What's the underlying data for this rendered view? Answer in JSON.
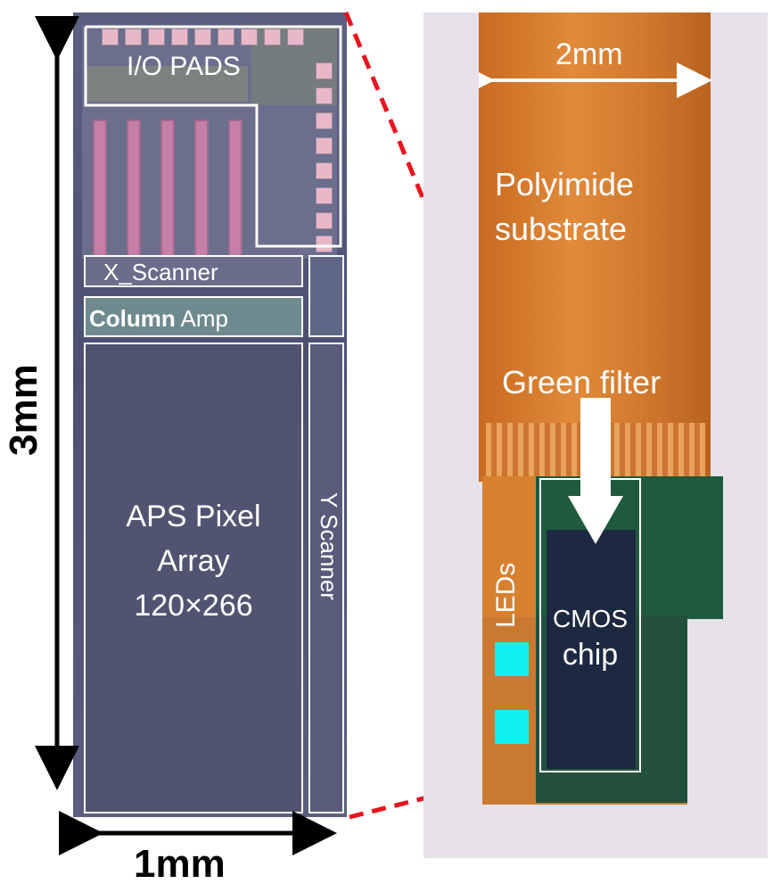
{
  "labels": {
    "io_pads": "I/O PADS",
    "x_scanner": "X_Scanner",
    "column_bold": "Column",
    "column_rest": " Amp",
    "aps_line1": "APS Pixel",
    "aps_line2": "Array",
    "aps_line3": "120×266",
    "y_scanner": "Y Scanner",
    "dim_height": "3mm",
    "dim_width_die": "1mm",
    "dim_width_tape": "2mm",
    "polyimide_line1": "Polyimide",
    "polyimide_line2": "substrate",
    "green_filter": "Green filter",
    "leds": "LEDs",
    "cmos_line1": "CMOS",
    "cmos_line2": "chip"
  },
  "colors": {
    "die_body": "#555a7a",
    "pad_pink": "#e8b8c8",
    "tape_orange": "#d77a2b",
    "chip_dark": "#1c2940",
    "green_epoxy": "#1f5a3c",
    "led_cyan": "#00f0f0",
    "zoom_line_red": "#e8141e"
  }
}
